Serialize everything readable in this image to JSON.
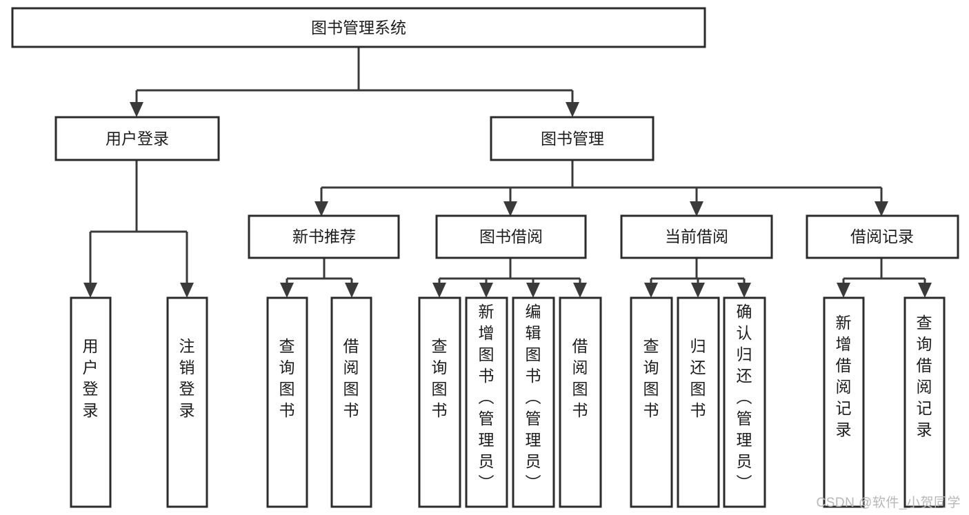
{
  "diagram": {
    "type": "tree-hierarchy",
    "title": "图书管理系统",
    "background_color": "#ffffff",
    "box_stroke_color": "#2b2b2b",
    "connector_color": "#3a3a3a",
    "text_color": "#1c1c1c",
    "root": {
      "label": "图书管理系统"
    },
    "level2": [
      {
        "label": "用户登录"
      },
      {
        "label": "图书管理"
      }
    ],
    "level3": [
      {
        "label": "新书推荐"
      },
      {
        "label": "图书借阅"
      },
      {
        "label": "当前借阅"
      },
      {
        "label": "借阅记录"
      }
    ],
    "leaves": {
      "user_login": [
        {
          "label": "用户登录"
        },
        {
          "label": "注销登录"
        }
      ],
      "new_book_recommend": [
        {
          "label": "查询图书"
        },
        {
          "label": "借阅图书"
        }
      ],
      "book_borrow": [
        {
          "label": "查询图书"
        },
        {
          "label": "新增图书（管理员）"
        },
        {
          "label": "编辑图书（管理员）"
        },
        {
          "label": "借阅图书"
        }
      ],
      "current_borrow": [
        {
          "label": "查询图书"
        },
        {
          "label": "归还图书"
        },
        {
          "label": "确认归还（管理员）"
        }
      ],
      "borrow_record": [
        {
          "label": "新增借阅记录"
        },
        {
          "label": "查询借阅记录"
        }
      ]
    }
  },
  "watermark": {
    "text": "CSDN @软件_小贺同学",
    "color": "#b8b8b8"
  }
}
